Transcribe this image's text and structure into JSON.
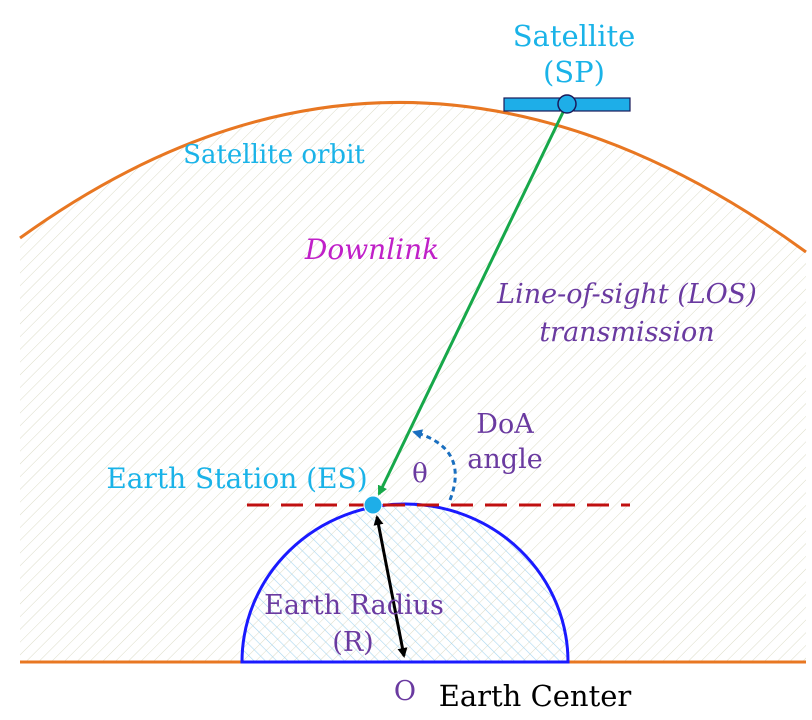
{
  "labels": {
    "satellite_line1": "Satellite",
    "satellite_line2": "(SP)",
    "orbit": "Satellite orbit",
    "downlink": "Downlink",
    "los_line1": "Line-of-sight (LOS)",
    "los_line2": "transmission",
    "doa_line1": "DoA",
    "doa_line2": "angle",
    "theta": "θ",
    "earth_station": "Earth Station (ES)",
    "earth_radius_line1": "Earth Radius",
    "earth_radius_line2": "(R)",
    "origin": "O",
    "earth_center": "Earth Center"
  },
  "colors": {
    "orbit": "#e87722",
    "earth_outline": "#1a1aff",
    "satellite": "#1eaee8",
    "satellite_outline": "#1a1a5a",
    "link": "#17a84a",
    "horizon": "#c01010",
    "doa_arc": "#1a6fc0",
    "cyan_text": "#1ab3e8",
    "magenta_text": "#c020c8",
    "purple_text": "#6a3aa0",
    "black": "#000000"
  }
}
